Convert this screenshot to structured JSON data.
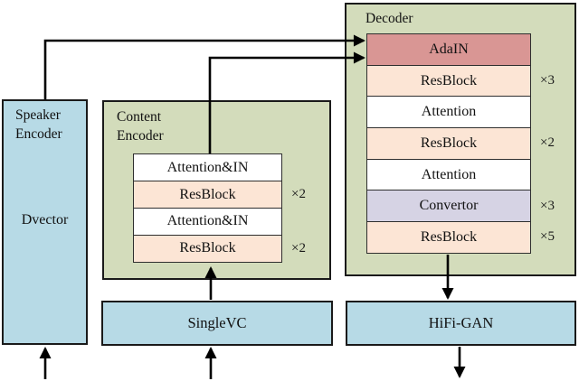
{
  "figure": {
    "speaker_encoder": {
      "title_line1": "Speaker",
      "title_line2": "Encoder",
      "body_label": "Dvector"
    },
    "content_encoder": {
      "title_line1": "Content",
      "title_line2": "Encoder",
      "blocks": [
        {
          "label": "Attention&IN"
        },
        {
          "label": "ResBlock",
          "multiplier": "×2"
        },
        {
          "label": "Attention&IN"
        },
        {
          "label": "ResBlock",
          "multiplier": "×2"
        }
      ]
    },
    "decoder": {
      "title": "Decoder",
      "blocks": [
        {
          "label": "AdaIN"
        },
        {
          "label": "ResBlock",
          "multiplier": "×3"
        },
        {
          "label": "Attention"
        },
        {
          "label": "ResBlock",
          "multiplier": "×2"
        },
        {
          "label": "Attention"
        },
        {
          "label": "Convertor",
          "multiplier": "×3"
        },
        {
          "label": "ResBlock",
          "multiplier": "×5"
        }
      ]
    },
    "singlevc_label": "SingleVC",
    "hifigan_label": "HiFi-GAN",
    "colors": {
      "encoder_blue": "#b7dae6",
      "panel_green": "#d3dcbb",
      "resblock_peach": "#fce5d5",
      "adain_pink": "#d99694",
      "convertor_lavender": "#d6d3e4",
      "attention_white": "#ffffff",
      "line_black": "#000000"
    }
  }
}
